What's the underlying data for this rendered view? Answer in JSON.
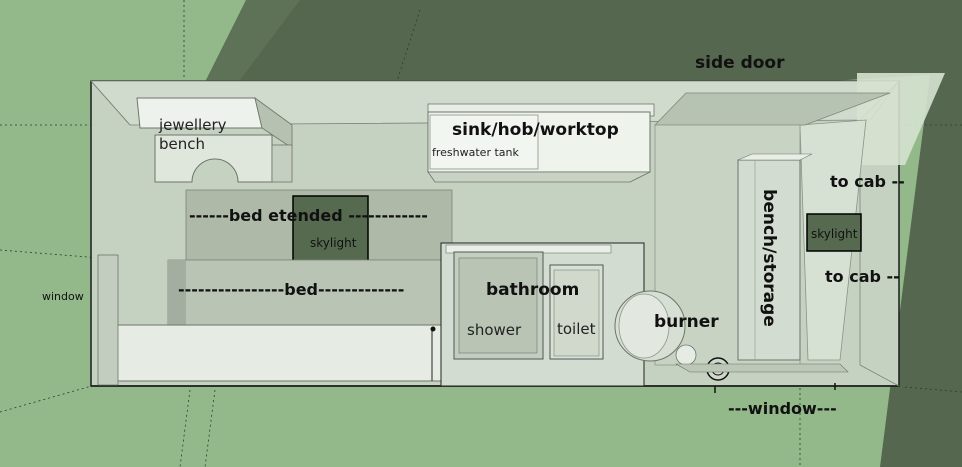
{
  "labels": {
    "side_door": "side door",
    "jewellery": "jewellery",
    "bench": "bench",
    "sink": "sink/hob/worktop",
    "freshwater": "freshwater tank",
    "bed_extended": "------bed etended ------------",
    "skylight_1": "skylight",
    "skylight_2": "skylight",
    "bed": "----------------bed-------------",
    "window_left": "window",
    "bathroom": "bathroom",
    "shower": "shower",
    "toilet": "toilet",
    "burner": "burner",
    "bench_storage": "bench/storage",
    "to_cab_1": "to cab --",
    "to_cab_2": "to cab --",
    "window_bottom": "---window---"
  },
  "colors": {
    "grass": "#93b98a",
    "shadow": "#55684f",
    "skylight": "#566a50",
    "room": "#c9d5c4"
  }
}
